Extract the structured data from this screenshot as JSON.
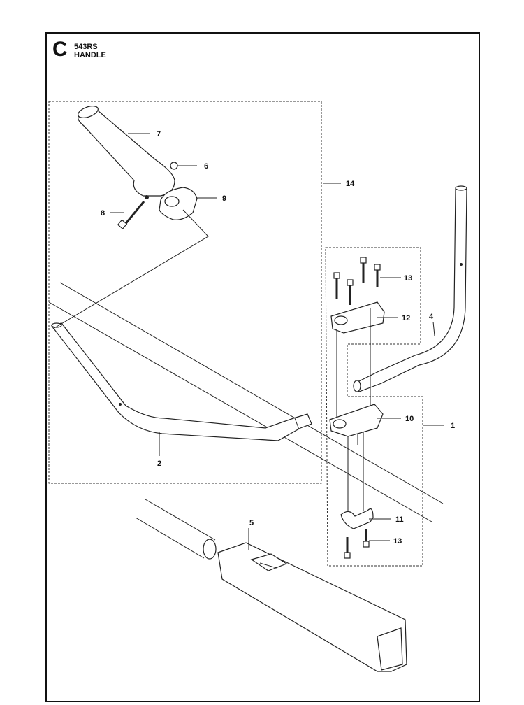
{
  "header": {
    "section": "C",
    "model": "543RS",
    "title": "HANDLE"
  },
  "callouts": [
    {
      "id": "7",
      "label": "7"
    },
    {
      "id": "6",
      "label": "6"
    },
    {
      "id": "14",
      "label": "14"
    },
    {
      "id": "9",
      "label": "9"
    },
    {
      "id": "8",
      "label": "8"
    },
    {
      "id": "13a",
      "label": "13"
    },
    {
      "id": "12",
      "label": "12"
    },
    {
      "id": "4",
      "label": "4"
    },
    {
      "id": "10",
      "label": "10"
    },
    {
      "id": "1",
      "label": "1"
    },
    {
      "id": "2",
      "label": "2"
    },
    {
      "id": "11",
      "label": "11"
    },
    {
      "id": "5",
      "label": "5"
    },
    {
      "id": "13b",
      "label": "13"
    }
  ]
}
